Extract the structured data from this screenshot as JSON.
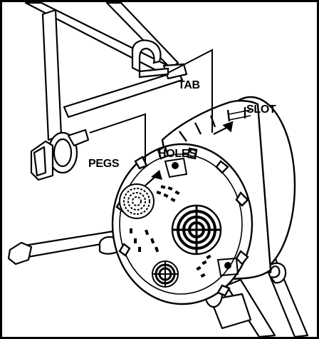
{
  "labels": {
    "tab": "TAB",
    "slot": "SLOT",
    "pegs": "PEGS",
    "holes": "HOLES"
  },
  "colors": {
    "ink": "#000000",
    "paper": "#ffffff",
    "hole_fill": "#e8e8e8"
  }
}
